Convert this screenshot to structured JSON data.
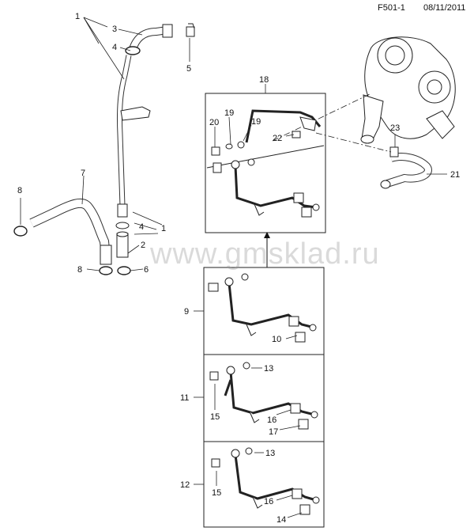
{
  "header": {
    "code": "F501-1",
    "date": "08/11/2011"
  },
  "watermark": "www.gmsklad.ru",
  "labels": {
    "n1a": "1",
    "n3": "3",
    "n4a": "4",
    "n5": "5",
    "n7": "7",
    "n8a": "8",
    "n4b": "4",
    "n1b": "1",
    "n2": "2",
    "n8b": "8",
    "n6": "6",
    "n18": "18",
    "n20": "20",
    "n19a": "19",
    "n19b": "19",
    "n22": "22",
    "n23": "23",
    "n21": "21",
    "n9": "9",
    "n10": "10",
    "n11": "11",
    "n13a": "13",
    "n15a": "15",
    "n16a": "16",
    "n17": "17",
    "n12": "12",
    "n13b": "13",
    "n15b": "15",
    "n16b": "16",
    "n14": "14"
  }
}
